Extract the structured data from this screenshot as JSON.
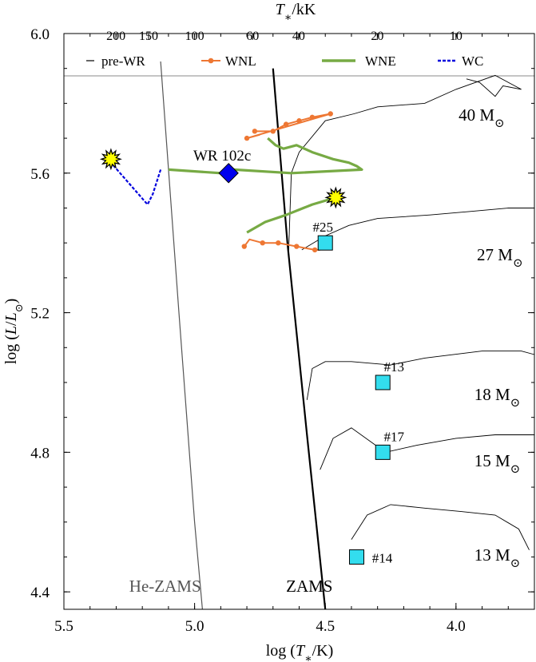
{
  "chart_data": {
    "type": "line",
    "xlabel_parts": [
      "log (",
      "T",
      "∗",
      "/K)"
    ],
    "ylabel_parts": [
      "log (",
      "L",
      "/",
      "L",
      "⊙",
      ")"
    ],
    "top_label_parts": [
      "T",
      "∗",
      "/kK"
    ],
    "x_axis": {
      "xlim": [
        5.5,
        3.7
      ],
      "reversed": true,
      "ticks": [
        5.5,
        5.0,
        4.5,
        4.0
      ],
      "tick_labels": [
        "5.5",
        "5.0",
        "4.5",
        "4.0"
      ]
    },
    "y_axis": {
      "ylim": [
        4.35,
        6.0
      ],
      "ticks": [
        4.4,
        4.8,
        5.2,
        5.6,
        6.0
      ],
      "tick_labels": [
        "4.4",
        "4.8",
        "5.2",
        "5.6",
        "6.0"
      ]
    },
    "top_axis": {
      "ticks_kK": [
        200,
        150,
        100,
        60,
        40,
        20,
        10
      ],
      "tick_labels": [
        "200",
        "150",
        "100",
        "60",
        "40",
        "20",
        "10"
      ]
    },
    "legend": {
      "placement": "top",
      "entries": [
        {
          "label": "pre-WR",
          "color": "#000000",
          "style": "thin"
        },
        {
          "label": "WNL",
          "color": "#ee7733",
          "style": "dots"
        },
        {
          "label": "WNE",
          "color": "#77aa44",
          "style": "thick"
        },
        {
          "label": "WC",
          "color": "#0000dd",
          "style": "dashed"
        }
      ]
    },
    "colors": {
      "pre_wr": "#000000",
      "wnl": "#ee7733",
      "wne": "#77aa44",
      "wc": "#0000dd",
      "star_marker": "#33ddee",
      "wr102c": "#0000ee",
      "he_zams": "#555555",
      "sn_burst": "#ffff00"
    },
    "mass_labels": [
      {
        "text": "40 M",
        "x": 3.99,
        "y": 5.75
      },
      {
        "text": "27 M",
        "x": 3.92,
        "y": 5.35
      },
      {
        "text": "18 M",
        "x": 3.93,
        "y": 4.95
      },
      {
        "text": "15 M",
        "x": 3.93,
        "y": 4.76
      },
      {
        "text": "13 M",
        "x": 3.93,
        "y": 4.49
      }
    ],
    "annotations": [
      {
        "text": "He-ZAMS",
        "x": 5.25,
        "y": 4.4,
        "color": "#555555"
      },
      {
        "text": "ZAMS",
        "x": 4.65,
        "y": 4.4,
        "color": "#000000"
      }
    ],
    "lines": {
      "he_zams": [
        [
          5.13,
          5.92
        ],
        [
          5.06,
          5.2
        ],
        [
          5.0,
          4.6
        ],
        [
          4.97,
          4.35
        ]
      ],
      "zams": [
        [
          4.7,
          5.9
        ],
        [
          4.645,
          5.4
        ],
        [
          4.57,
          4.85
        ],
        [
          4.5,
          4.35
        ]
      ],
      "tracks": [
        [
          [
            4.64,
            5.38
          ],
          [
            4.63,
            5.6
          ],
          [
            4.6,
            5.66
          ],
          [
            4.5,
            5.75
          ],
          [
            4.39,
            5.77
          ],
          [
            4.3,
            5.79
          ],
          [
            4.12,
            5.8
          ],
          [
            4.0,
            5.84
          ],
          [
            3.85,
            5.88
          ],
          [
            3.75,
            5.84
          ],
          [
            3.82,
            5.85
          ],
          [
            3.85,
            5.82
          ],
          [
            3.91,
            5.86
          ],
          [
            3.96,
            5.87
          ]
        ],
        [
          [
            4.59,
            5.38
          ],
          [
            4.5,
            5.42
          ],
          [
            4.41,
            5.45
          ],
          [
            4.3,
            5.47
          ],
          [
            4.1,
            5.48
          ],
          [
            3.95,
            5.49
          ],
          [
            3.8,
            5.5
          ],
          [
            3.7,
            5.5
          ]
        ],
        [
          [
            4.57,
            4.95
          ],
          [
            4.55,
            5.04
          ],
          [
            4.5,
            5.06
          ],
          [
            4.4,
            5.06
          ],
          [
            4.25,
            5.05
          ],
          [
            4.12,
            5.07
          ],
          [
            3.9,
            5.09
          ],
          [
            3.75,
            5.09
          ],
          [
            3.7,
            5.08
          ]
        ],
        [
          [
            4.52,
            4.75
          ],
          [
            4.47,
            4.84
          ],
          [
            4.4,
            4.87
          ],
          [
            4.27,
            4.8
          ],
          [
            4.15,
            4.82
          ],
          [
            4.0,
            4.84
          ],
          [
            3.85,
            4.85
          ],
          [
            3.7,
            4.85
          ]
        ],
        [
          [
            4.4,
            4.55
          ],
          [
            4.34,
            4.62
          ],
          [
            4.25,
            4.65
          ],
          [
            4.12,
            4.64
          ],
          [
            3.98,
            4.63
          ],
          [
            3.85,
            4.62
          ],
          [
            3.76,
            4.58
          ],
          [
            3.72,
            4.52
          ]
        ]
      ],
      "wnl_40": [
        [
          4.77,
          5.72
        ],
        [
          4.7,
          5.72
        ],
        [
          4.65,
          5.74
        ],
        [
          4.6,
          5.75
        ],
        [
          4.55,
          5.76
        ],
        [
          4.48,
          5.77
        ],
        [
          4.8,
          5.7
        ],
        [
          4.75,
          5.71
        ]
      ],
      "wnl_27": [
        [
          4.81,
          5.39
        ],
        [
          4.79,
          5.41
        ],
        [
          4.74,
          5.4
        ],
        [
          4.68,
          5.4
        ],
        [
          4.61,
          5.39
        ],
        [
          4.54,
          5.38
        ],
        [
          4.52,
          5.38
        ]
      ],
      "wne_40": [
        [
          4.72,
          5.7
        ],
        [
          4.69,
          5.68
        ],
        [
          4.66,
          5.67
        ],
        [
          4.61,
          5.68
        ],
        [
          4.55,
          5.66
        ],
        [
          4.47,
          5.64
        ],
        [
          4.41,
          5.63
        ],
        [
          4.38,
          5.62
        ],
        [
          4.36,
          5.61
        ],
        [
          4.63,
          5.6
        ],
        [
          4.85,
          5.61
        ],
        [
          4.9,
          5.6
        ],
        [
          5.1,
          5.61
        ]
      ],
      "wne_27": [
        [
          4.8,
          5.43
        ],
        [
          4.73,
          5.46
        ],
        [
          4.65,
          5.48
        ],
        [
          4.55,
          5.51
        ],
        [
          4.46,
          5.53
        ]
      ],
      "wc": [
        [
          5.13,
          5.61
        ],
        [
          5.16,
          5.54
        ],
        [
          5.18,
          5.51
        ],
        [
          5.25,
          5.57
        ],
        [
          5.32,
          5.63
        ]
      ],
      "wnl_points": [
        [
          4.8,
          5.7
        ],
        [
          4.77,
          5.72
        ],
        [
          4.7,
          5.72
        ],
        [
          4.65,
          5.74
        ],
        [
          4.6,
          5.75
        ],
        [
          4.55,
          5.76
        ],
        [
          4.48,
          5.77
        ],
        [
          4.81,
          5.39
        ],
        [
          4.74,
          5.4
        ],
        [
          4.68,
          5.4
        ],
        [
          4.61,
          5.39
        ],
        [
          4.54,
          5.38
        ]
      ]
    },
    "points": [
      {
        "label": "WR 102c",
        "x": 4.87,
        "y": 5.6,
        "marker": "diamond"
      },
      {
        "label": "#25",
        "x": 4.5,
        "y": 5.4,
        "marker": "square"
      },
      {
        "label": "#13",
        "x": 4.28,
        "y": 5.0,
        "marker": "square"
      },
      {
        "label": "#17",
        "x": 4.28,
        "y": 4.8,
        "marker": "square"
      },
      {
        "label": "#14",
        "x": 4.38,
        "y": 4.5,
        "marker": "square"
      }
    ],
    "sn_bursts": [
      [
        5.32,
        5.64
      ],
      [
        4.46,
        5.53
      ]
    ]
  }
}
